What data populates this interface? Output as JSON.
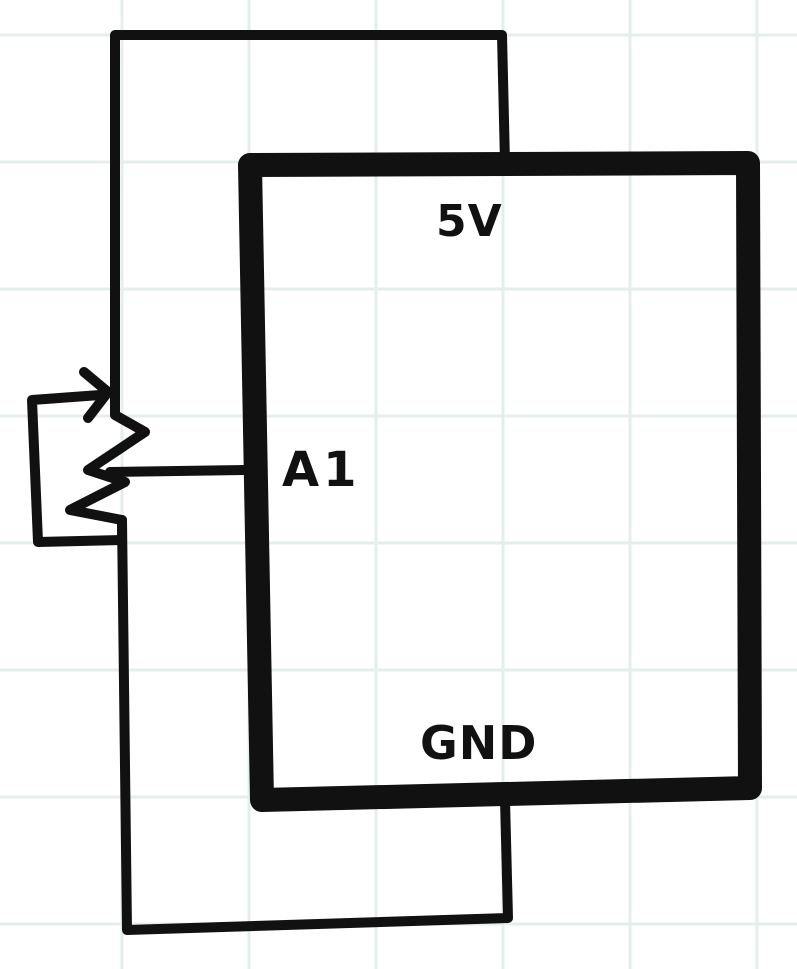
{
  "colors": {
    "background": "#ffffff",
    "grid": "#e6eeec",
    "ink": "#111111"
  },
  "labels": {
    "vcc": "5V",
    "analog_pin": "A1",
    "ground": "GND"
  },
  "icons": {
    "board": "rectangle-board-icon",
    "potentiometer": "potentiometer-icon",
    "wiper": "wiper-arrow-icon"
  }
}
